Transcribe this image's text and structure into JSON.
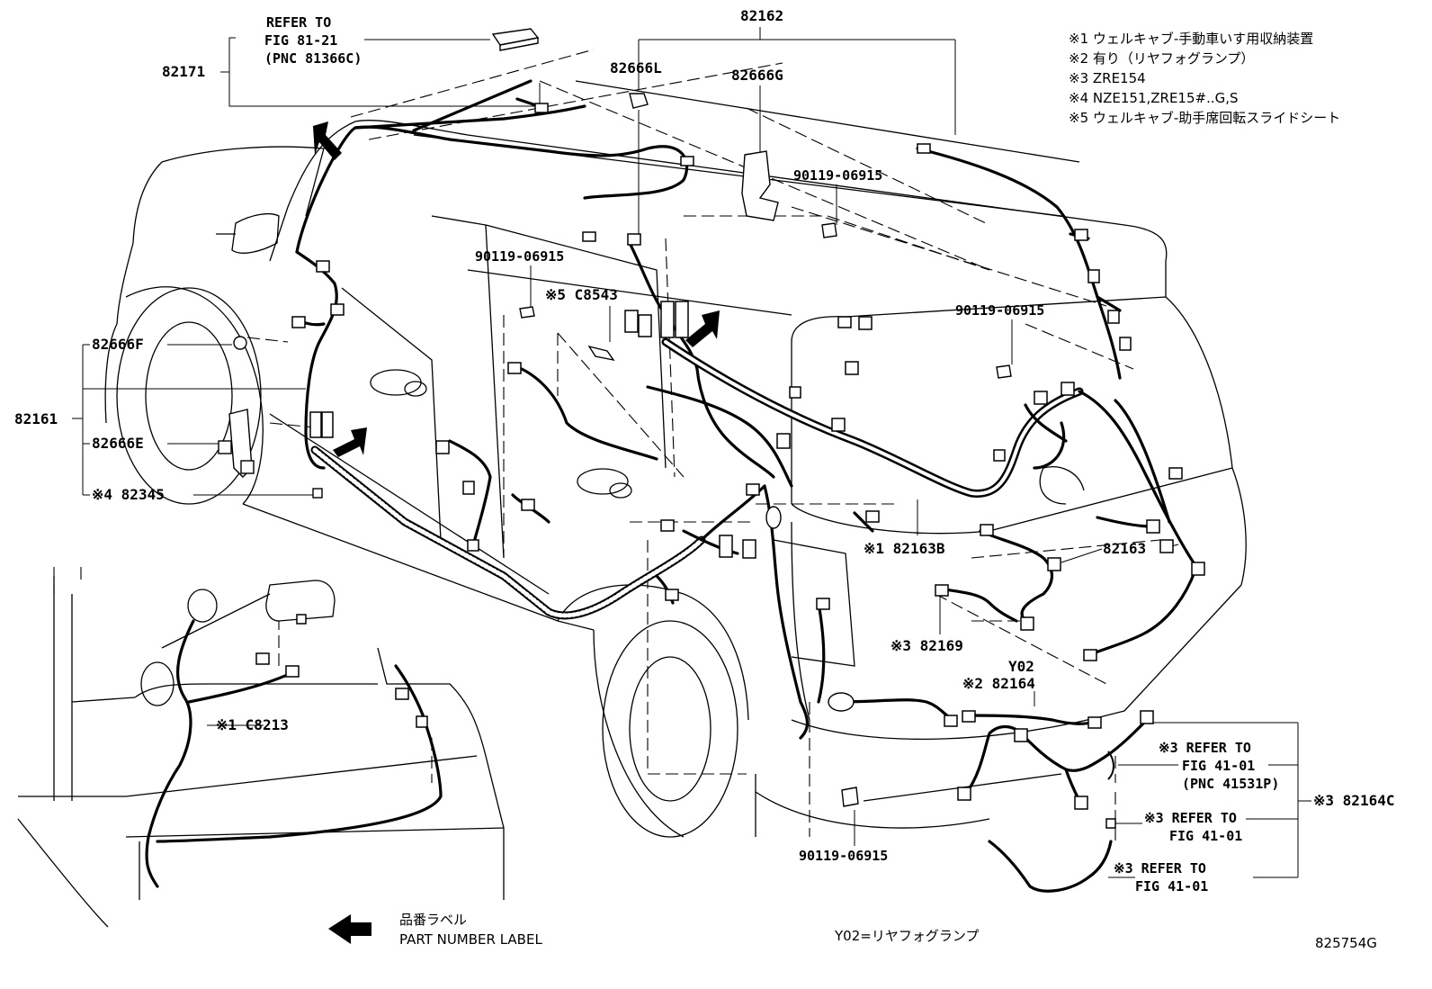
{
  "diagram_id": "825754G",
  "legend_notes": [
    "※1 ウェルキャブ-手動車いす用収納装置",
    "※2 有り（リヤフォグランプ）",
    "※3 ZRE154",
    "※4 NZE151,ZRE15#..G,S",
    "※5 ウェルキャブ-助手席回転スライドシート"
  ],
  "part_labels": {
    "refer_81_line1": "REFER TO",
    "refer_81_line2": "FIG 81-21",
    "refer_81_line3": "(PNC 81366C)",
    "p82171": "82171",
    "p82162": "82162",
    "p82666L": "82666L",
    "p82666G": "82666G",
    "p90119_a": "90119-06915",
    "p90119_b": "90119-06915",
    "p90119_c": "90119-06915",
    "p90119_d": "90119-06915",
    "pC8543": "※5 C8543",
    "p82666F": "82666F",
    "p82161": "82161",
    "p82666E": "82666E",
    "p82345": "※4 82345",
    "p82163B": "※1 82163B",
    "p82163": "82163",
    "p82169": "※3 82169",
    "pY02": "Y02",
    "p82164": "※2 82164",
    "pC8213": "※1 C8213",
    "refer_41a_line1": "※3 REFER TO",
    "refer_41a_line2": "FIG 41-01",
    "refer_41a_line3": "(PNC 41531P)",
    "p82164C": "※3 82164C",
    "refer_41b_line1": "※3 REFER TO",
    "refer_41b_line2": "FIG 41-01",
    "refer_41c_line1": "※3 REFER TO",
    "refer_41c_line2": "FIG 41-01"
  },
  "footer": {
    "label_jp": "品番ラベル",
    "label_en": "PART NUMBER LABEL",
    "y02_note": "Y02=リヤフォグランプ"
  }
}
